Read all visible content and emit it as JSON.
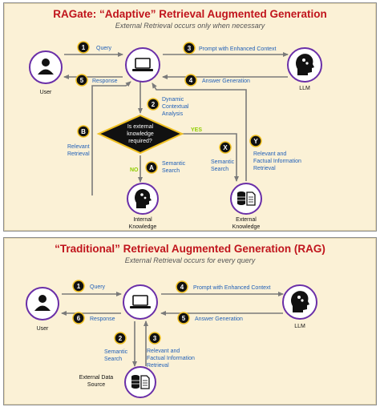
{
  "top": {
    "title": "RAGate: “Adaptive” Retrieval Augmented Generation",
    "subtitle": "External Retrieval occurs only when necessary",
    "nodes": {
      "user": "User",
      "llm": "LLM",
      "internal_line1": "Internal",
      "internal_line2": "Knowledge",
      "external_line1": "External",
      "external_line2": "Knowledge"
    },
    "decision": {
      "line1": "Is external",
      "line2": "knowledge",
      "line3": "required?",
      "yes": "YES",
      "no": "NO"
    },
    "steps": {
      "s1_badge": "1",
      "s1_label": "Query",
      "s2_badge": "2",
      "s2_line1": "Dynamic",
      "s2_line2": "Contextual",
      "s2_line3": "Analysis",
      "s3_badge": "3",
      "s3_label": "Prompt with Enhanced Context",
      "s4_badge": "4",
      "s4_label": "Answer Generation",
      "s5_badge": "5",
      "s5_label": "Response",
      "sA_badge": "A",
      "sA_line1": "Semantic",
      "sA_line2": "Search",
      "sB_badge": "B",
      "sB_line1": "Relevant",
      "sB_line2": "Retrieval",
      "sX_badge": "X",
      "sX_line1": "Semantic",
      "sX_line2": "Search",
      "sY_badge": "Y",
      "sY_line1": "Relevant and",
      "sY_line2": "Factual Information",
      "sY_line3": "Retrieval"
    }
  },
  "bottom": {
    "title": "“Traditional” Retrieval Augmented Generation (RAG)",
    "subtitle": "External Retrieval occurs for every query",
    "nodes": {
      "user": "User",
      "llm": "LLM",
      "source_line1": "External Data",
      "source_line2": "Source"
    },
    "steps": {
      "s1_badge": "1",
      "s1_label": "Query",
      "s2_badge": "2",
      "s2_line1": "Semantic",
      "s2_line2": "Search",
      "s3_badge": "3",
      "s3_line1": "Relevant and",
      "s3_line2": "Factual Information",
      "s3_line3": "Retrieval",
      "s4_badge": "4",
      "s4_label": "Prompt with Enhanced Context",
      "s5_badge": "5",
      "s5_label": "Answer Generation",
      "s6_badge": "6",
      "s6_label": "Response"
    }
  },
  "colors": {
    "panel": "#fbf1d6",
    "node_border": "#6a2fa8",
    "arrow": "#7a7a7a",
    "badge": "#111111",
    "label": "#1f5fb8",
    "title": "#c0141c",
    "yes_no": "#8fce00"
  },
  "icons": {
    "user": "user-icon",
    "computer": "laptop-icon",
    "llm": "brain-head-icon",
    "internal": "brain-head-icon",
    "external": "database-document-icon"
  }
}
